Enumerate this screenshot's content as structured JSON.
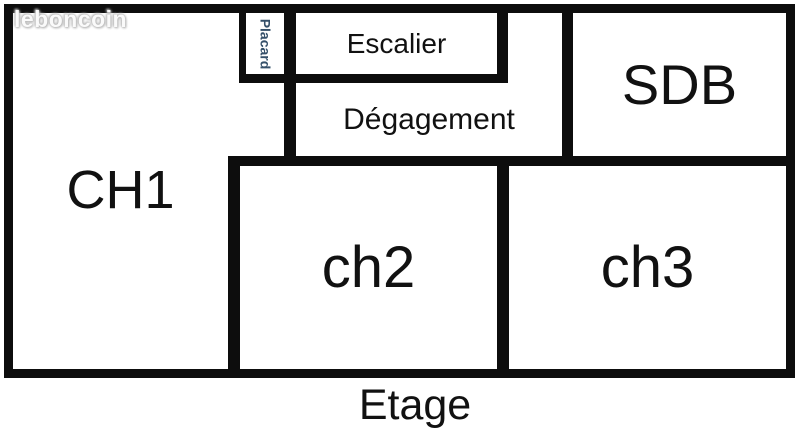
{
  "watermark": {
    "text": "leboncoin"
  },
  "floor_plan": {
    "caption": "Etage",
    "rooms": {
      "ch1": "CH1",
      "ch2": "ch2",
      "ch3": "ch3",
      "sdb": "SDB",
      "escalier": "Escalier",
      "degagement": "Dégagement",
      "placard": "Placard"
    },
    "colors": {
      "wall": "#0d0d0d",
      "background": "#ffffff",
      "label_text": "#111111",
      "placard_label_text": "#35506a",
      "watermark_text": "#fafafa"
    }
  }
}
